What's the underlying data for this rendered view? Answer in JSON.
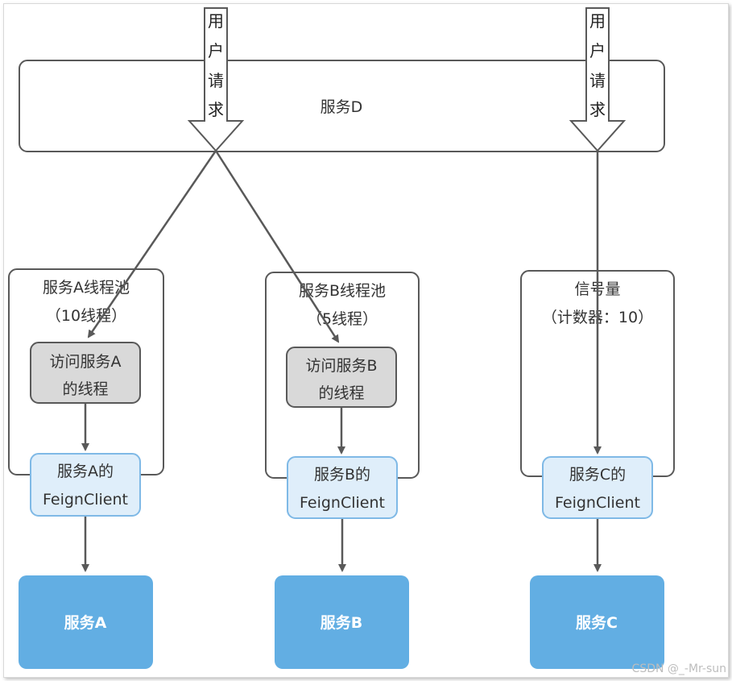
{
  "user_request_left": [
    "用",
    "户",
    "请",
    "求"
  ],
  "user_request_right": [
    "用",
    "户",
    "请",
    "求"
  ],
  "service_d": "服务D",
  "pool_a": {
    "title": "服务A线程池",
    "subtitle": "（10线程）"
  },
  "pool_b": {
    "title": "服务B线程池",
    "subtitle": "（5线程）"
  },
  "semaphore": {
    "title": "信号量",
    "subtitle": "（计数器：10）"
  },
  "thread_a": [
    "访问服务A",
    "的线程"
  ],
  "thread_b": [
    "访问服务B",
    "的线程"
  ],
  "feign_a": [
    "服务A的",
    "FeignClient"
  ],
  "feign_b": [
    "服务B的",
    "FeignClient"
  ],
  "feign_c": [
    "服务C的",
    "FeignClient"
  ],
  "service_a": "服务A",
  "service_b": "服务B",
  "service_c": "服务C",
  "watermark": "CSDN @_-Mr-sun",
  "colors": {
    "line": "#595959",
    "thread_fill": "#d9d9d9",
    "feign_fill": "#dfeefa",
    "feign_stroke": "#7fb9e6",
    "service_fill": "#62aee3"
  }
}
